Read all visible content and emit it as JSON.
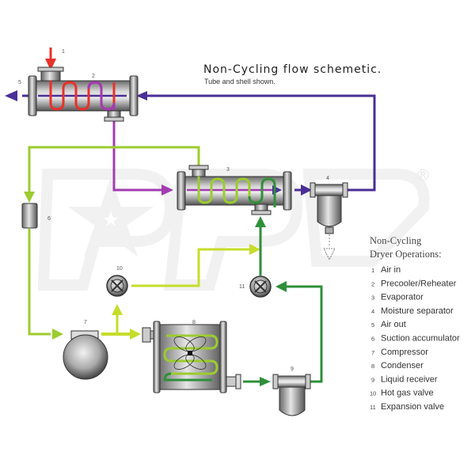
{
  "title": "Non-Cycling flow schemetic.",
  "subtitle": "Tube and shell shown.",
  "legend": {
    "heading_line1": "Non-Cycling",
    "heading_line2": "Dryer Operations:",
    "items": [
      {
        "num": "1",
        "label": "Air in"
      },
      {
        "num": "2",
        "label": "Precooler/Reheater"
      },
      {
        "num": "3",
        "label": "Evaporator"
      },
      {
        "num": "4",
        "label": "Moisture separator"
      },
      {
        "num": "5",
        "label": "Air out"
      },
      {
        "num": "6",
        "label": "Suction accumulator"
      },
      {
        "num": "7",
        "label": "Compressor"
      },
      {
        "num": "8",
        "label": "Condenser"
      },
      {
        "num": "9",
        "label": "Liquid receiver"
      },
      {
        "num": "10",
        "label": "Hot gas valve"
      },
      {
        "num": "11",
        "label": "Expansion valve"
      }
    ]
  },
  "components": {
    "c1": "1",
    "c2": "2",
    "c3": "3",
    "c4": "4",
    "c5": "5",
    "c6": "6",
    "c7": "7",
    "c8": "8",
    "c9": "9",
    "c10": "10",
    "c11": "11"
  },
  "watermark_mark": "®",
  "colors": {
    "air_in": "#e8312a",
    "hot_air": "#a23cb0",
    "air_out": "#4a2f96",
    "refrigerant_suction": "#9ccc2e",
    "hot_gas": "#c6dd2a",
    "liquid": "#2f8f3a"
  }
}
